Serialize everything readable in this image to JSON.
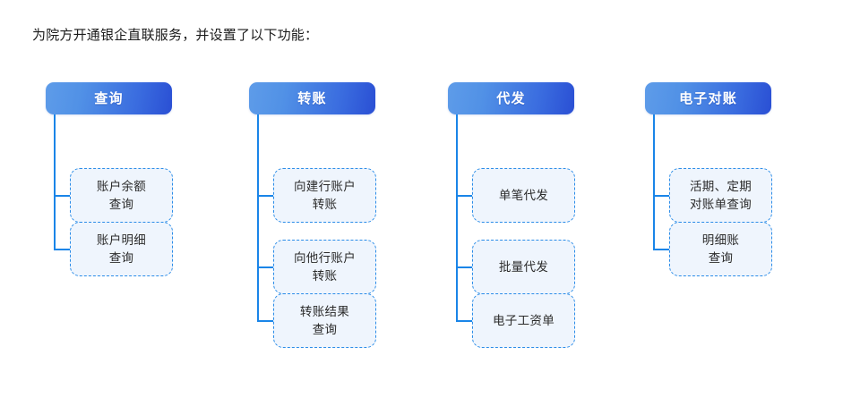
{
  "intro": {
    "text": "为院方开通银企直联服务，并设置了以下功能："
  },
  "theme": {
    "header_gradient_start": "#5e9ce9",
    "header_gradient_end": "#2a4fd4",
    "header_text_color": "#ffffff",
    "connector_color": "#1a85e8",
    "leaf_border_color": "#2a8ce8",
    "leaf_fill_color": "#eff5fd",
    "leaf_text_color": "#2b2b2b",
    "page_background": "#ffffff"
  },
  "columns": [
    {
      "header": "查询",
      "items": [
        {
          "label": "账户余额\n查询"
        },
        {
          "label": "账户明细\n查询"
        }
      ]
    },
    {
      "header": "转账",
      "items": [
        {
          "label": "向建行账户\n转账"
        },
        {
          "label": "向他行账户\n转账"
        },
        {
          "label": "转账结果\n查询"
        }
      ]
    },
    {
      "header": "代发",
      "items": [
        {
          "label": "单笔代发"
        },
        {
          "label": "批量代发"
        },
        {
          "label": "电子工资单"
        }
      ]
    },
    {
      "header": "电子对账",
      "items": [
        {
          "label": "活期、定期\n对账单查询"
        },
        {
          "label": "明细账\n查询"
        }
      ]
    }
  ]
}
